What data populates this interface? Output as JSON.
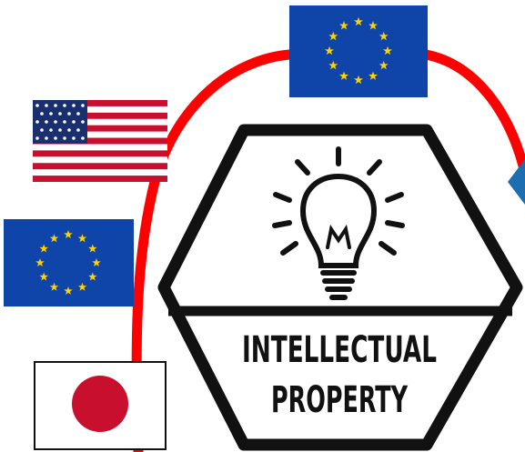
{
  "diagram": {
    "emblem": {
      "text_line1": "INTELLECTUAL",
      "text_line2": "PROPERTY",
      "icon": "lightbulb-icon"
    },
    "flags": [
      {
        "name": "us-flag",
        "country": "United States"
      },
      {
        "name": "eu-flag-left",
        "country": "European Union"
      },
      {
        "name": "eu-flag-top",
        "country": "European Union"
      },
      {
        "name": "japan-flag",
        "country": "Japan"
      }
    ],
    "colors": {
      "eu_blue": "#0f44a8",
      "eu_star": "#ffd200",
      "us_red": "#c8102e",
      "us_blue": "#1b2e6e",
      "japan_red": "#c8102e",
      "connector_red": "#ff0000",
      "outline": "#111111"
    }
  }
}
